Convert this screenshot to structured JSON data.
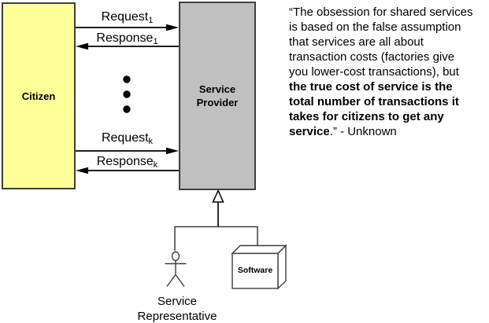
{
  "diagram": {
    "citizen": {
      "label": "Citizen"
    },
    "service_provider": {
      "label": "Service Provider"
    },
    "software": {
      "label": "Software"
    },
    "service_representative": {
      "label": "Service Representative"
    },
    "messages": [
      {
        "base": "Request",
        "sub": "1",
        "direction": "right"
      },
      {
        "base": "Response",
        "sub": "1",
        "direction": "left"
      },
      {
        "base": "Request",
        "sub": "k",
        "direction": "right"
      },
      {
        "base": "Response",
        "sub": "k",
        "direction": "left"
      }
    ],
    "ellipsis_dots": 3,
    "relationship": "generalization"
  },
  "quote": {
    "lines": [
      "“The obsession for shared services",
      "is based on the false assumption",
      "that services are all about",
      "transaction costs (factories give",
      "you lower-cost transactions), but",
      "the true cost of service is the",
      "total number of transactions it",
      "takes for citizens to get any"
    ],
    "last_line": {
      "bold": "service",
      "rest": ".” - Unknown"
    }
  },
  "colors": {
    "citizen_fill": "#ffff99",
    "provider_fill": "#c0c0c0",
    "box_border": "#3f3f3f",
    "line": "#000000",
    "tree_line": "#3d3d3d",
    "text": "#000000"
  }
}
